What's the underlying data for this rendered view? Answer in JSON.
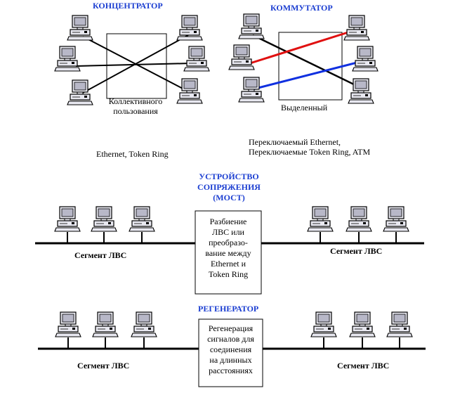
{
  "hub": {
    "title": "КОНЦЕНТРАТОР",
    "caption_line1": "Коллективного",
    "caption_line2": "пользования",
    "protocols": "Ethernet, Token Ring"
  },
  "switch": {
    "title": "КОММУТАТОР",
    "caption": "Выделенный",
    "protocols_line1": "Переключаемый Ethernet,",
    "protocols_line2": "Переключаемые Token Ring, ATM"
  },
  "bridge": {
    "title_line1": "УСТРОЙСТВО",
    "title_line2": "СОПРЯЖЕНИЯ",
    "title_line3": "(МОСТ)",
    "box_lines": [
      "Разбиение",
      "ЛВС или",
      "преобразо-",
      "вание между",
      "Ethernet и",
      "Token Ring"
    ],
    "segment_left": "Сегмент ЛВС",
    "segment_right": "Сегмент ЛВС"
  },
  "repeater": {
    "title": "РЕГЕНЕРАТОР",
    "box_lines": [
      "Регенерация",
      "сигналов для",
      "соединения",
      "на длинных",
      "расстояниях"
    ],
    "segment_left": "Сегмент ЛВС",
    "segment_right": "Сегмент ЛВС"
  },
  "colors": {
    "title_blue": "#1a3dd1",
    "link_red": "#e01010",
    "link_blue": "#1030e0",
    "screen": "#b8b8c8",
    "workstation_body": "#e8e8f0"
  },
  "icons": {
    "workstation": "workstation-icon"
  }
}
